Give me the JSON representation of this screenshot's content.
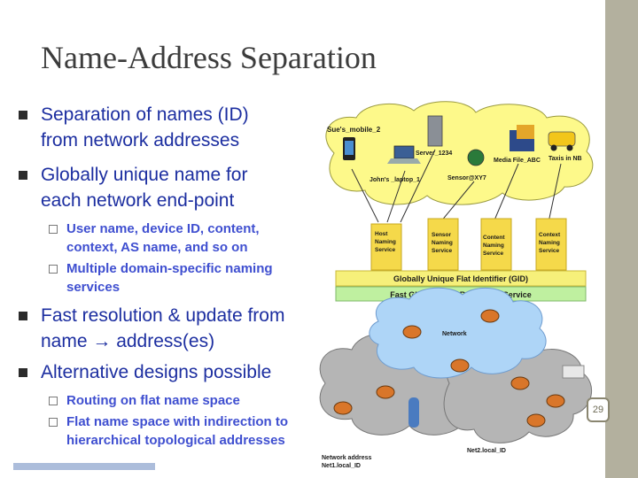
{
  "slide": {
    "title": "Name-Address Separation",
    "page_number": "29",
    "bullets": [
      {
        "line1": "Separation of names (ID)",
        "line2": "from network addresses"
      },
      {
        "line1": "Globally unique name for",
        "line2": "each network end-point"
      },
      {
        "line1": "Fast resolution & update from",
        "line2": "name → address(es)"
      },
      {
        "line1": "Alternative designs possible"
      }
    ],
    "subbullets_a": [
      {
        "line1": "User name, device ID, content,",
        "line2": "context, AS name, and so on"
      },
      {
        "line1": "Multiple domain-specific naming",
        "line2": "services"
      }
    ],
    "subbullets_b": [
      {
        "line1": "Routing on flat name space"
      },
      {
        "line1": "Flat name space with indirection to",
        "line2": "hierarchical topological addresses"
      }
    ]
  },
  "diagram": {
    "cloud_labels": {
      "sues_mobile": "Sue's_mobile_2",
      "server": "Server_1234",
      "media_file": "Media File_ABC",
      "taxis": "Taxis in NB",
      "johns_laptop": "John's _laptop_1",
      "sensor": "Sensor@XY7"
    },
    "services": [
      {
        "l1": "Host",
        "l2": "Naming",
        "l3": "Service"
      },
      {
        "l1": "Sensor",
        "l2": "Naming",
        "l3": "Service"
      },
      {
        "l1": "Content",
        "l2": "Naming",
        "l3": "Service"
      },
      {
        "l1": "Context",
        "l2": "Naming",
        "l3": "Service"
      }
    ],
    "gid_bar": "Globally Unique Flat Identifier (GID)",
    "resolution_bar": "Fast GID-Address Resolution Service",
    "network_label": "Network",
    "net_address_label_1": "Network address",
    "net_address_label_2": "Net1.local_ID",
    "net2_label": "Net2.local_ID",
    "colors": {
      "yellow_cloud": "#fdf98a",
      "service_box": "#f5d94a",
      "gid_bar": "#f6f07a",
      "resolution_bar": "#bff0a0",
      "network_cloud": "#aed5f7",
      "grey_cloud": "#b5b5b5"
    }
  }
}
